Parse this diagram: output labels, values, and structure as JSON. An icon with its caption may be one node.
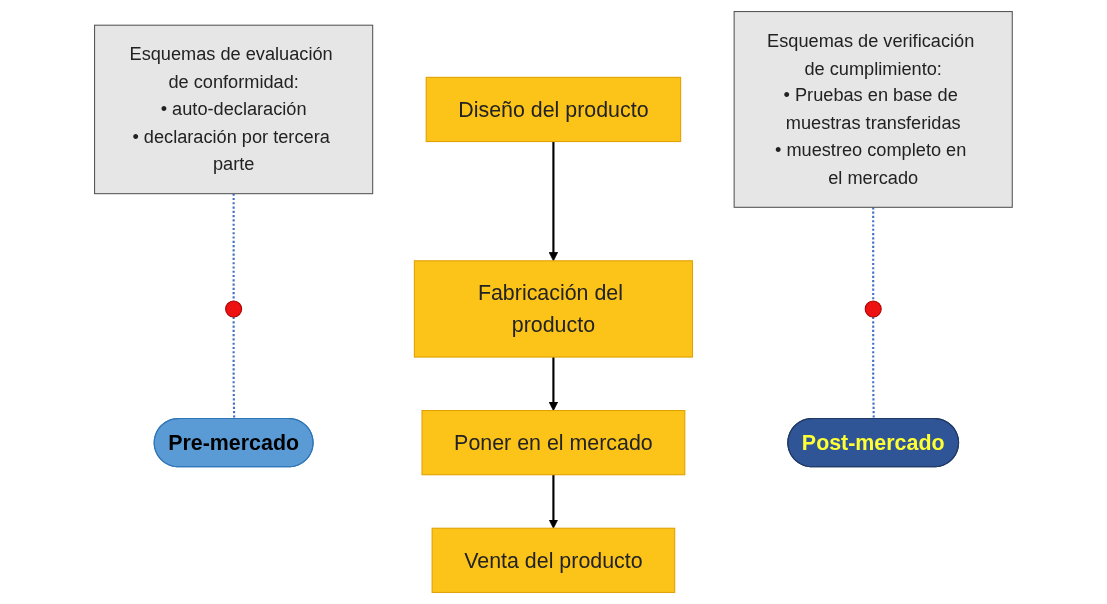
{
  "diagram": {
    "nodes": [
      {
        "text": [
          "Diseño del producto"
        ]
      },
      {
        "text": [
          "Fabricación del producto"
        ]
      },
      {
        "text": [
          "Pre-mercado"
        ]
      },
      {
        "text": [],
        "shape": "circle"
      },
      {
        "text": [
          "Esquemas de evaluación de conformidad:",
          "• auto-declaración",
          "• declaración por tercera parte"
        ]
      },
      {
        "text": [
          "Poner en el mercado"
        ]
      },
      {
        "text": [
          "Post-mercado"
        ]
      },
      {
        "text": [],
        "shape": "circle"
      },
      {
        "text": [
          "Esquemas de verificación de cumplimiento:",
          "• Pruebas en base de muestras transferidas",
          "• muestreo completo en el mercado"
        ]
      },
      {
        "text": [
          "Venta del producto"
        ]
      }
    ],
    "edges": [
      {
        "from": 0,
        "to": 1,
        "arrow": "to",
        "color": "#000000"
      },
      {
        "from": 1,
        "to": 5,
        "arrow": "to",
        "color": "#000000"
      },
      {
        "from": 5,
        "to": 9,
        "arrow": "to",
        "color": "#000000"
      },
      {
        "from": 4,
        "to": 3,
        "arrow": "none",
        "style": "dashed"
      },
      {
        "from": 3,
        "to": 2,
        "arrow": "none",
        "style": "dashed"
      },
      {
        "from": 8,
        "to": 7,
        "arrow": "none",
        "style": "dashed"
      },
      {
        "from": 7,
        "to": 6,
        "arrow": "none",
        "style": "dashed"
      }
    ]
  }
}
